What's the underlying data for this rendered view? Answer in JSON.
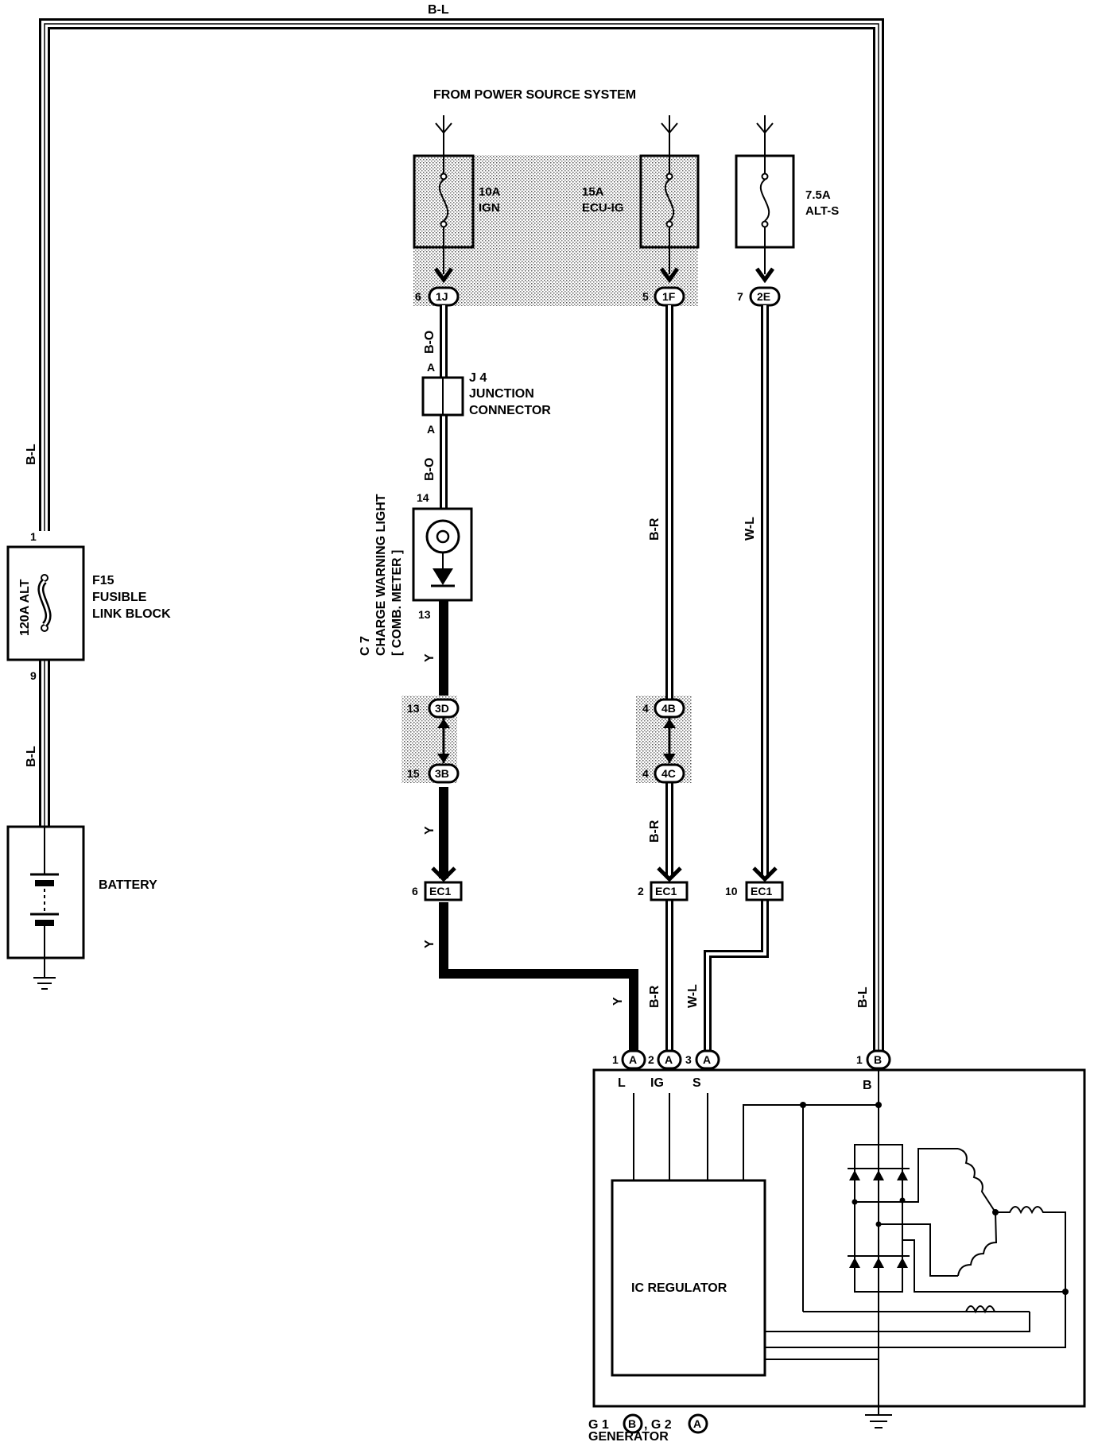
{
  "wires": {
    "top_bl": "B-L",
    "left_bl_upper": "B-L",
    "left_bl_lower": "B-L",
    "right_bl": "B-L",
    "bo_upper": "B-O",
    "bo_lower": "B-O",
    "y_1": "Y",
    "y_2": "Y",
    "y_3": "Y",
    "y_4": "Y",
    "br_1": "B-R",
    "br_2": "B-R",
    "br_3": "B-R",
    "wl_1": "W-L",
    "wl_2": "W-L"
  },
  "power_source": {
    "label": "FROM POWER SOURCE SYSTEM"
  },
  "fuses": [
    {
      "rating": "10A",
      "name": "IGN"
    },
    {
      "rating": "15A",
      "name": "ECU-IG"
    },
    {
      "rating": "7.5A",
      "name": "ALT-S"
    }
  ],
  "connectors": {
    "c1j": {
      "pin": "6",
      "id": "1J"
    },
    "c1f": {
      "pin": "5",
      "id": "1F"
    },
    "c2e": {
      "pin": "7",
      "id": "2E"
    },
    "c3d": {
      "pin": "13",
      "id": "3D"
    },
    "c3b": {
      "pin": "15",
      "id": "3B"
    },
    "c4b": {
      "pin": "4",
      "id": "4B"
    },
    "c4c": {
      "pin": "4",
      "id": "4C"
    },
    "ec1_a": {
      "pin": "6",
      "id": "EC1"
    },
    "ec1_b": {
      "pin": "2",
      "id": "EC1"
    },
    "ec1_c": {
      "pin": "10",
      "id": "EC1"
    }
  },
  "j4": {
    "code": "J 4",
    "line1": "JUNCTION",
    "line2": "CONNECTOR",
    "pin_top": "A",
    "pin_bottom": "A"
  },
  "charge_light": {
    "code": "C 7",
    "name": "CHARGE WARNING LIGHT",
    "sub": "[ COMB. METER ]",
    "pin_top": "14",
    "pin_bottom": "13"
  },
  "fusible_link": {
    "code": "F15",
    "line1": "FUSIBLE",
    "line2": "LINK BLOCK",
    "rating": "120A ALT",
    "pin_top": "1",
    "pin_bottom": "9"
  },
  "battery": {
    "label": "BATTERY"
  },
  "generator": {
    "pins": [
      {
        "num": "1",
        "conn": "A",
        "term": "L"
      },
      {
        "num": "2",
        "conn": "A",
        "term": "IG"
      },
      {
        "num": "3",
        "conn": "A",
        "term": "S"
      },
      {
        "num": "1",
        "conn": "B",
        "term": "B"
      }
    ],
    "regulator": "IC REGULATOR",
    "code_prefix": "G 1",
    "code_mid": ", G 2",
    "conn1": "B",
    "conn2": "A",
    "name": "GENERATOR"
  }
}
